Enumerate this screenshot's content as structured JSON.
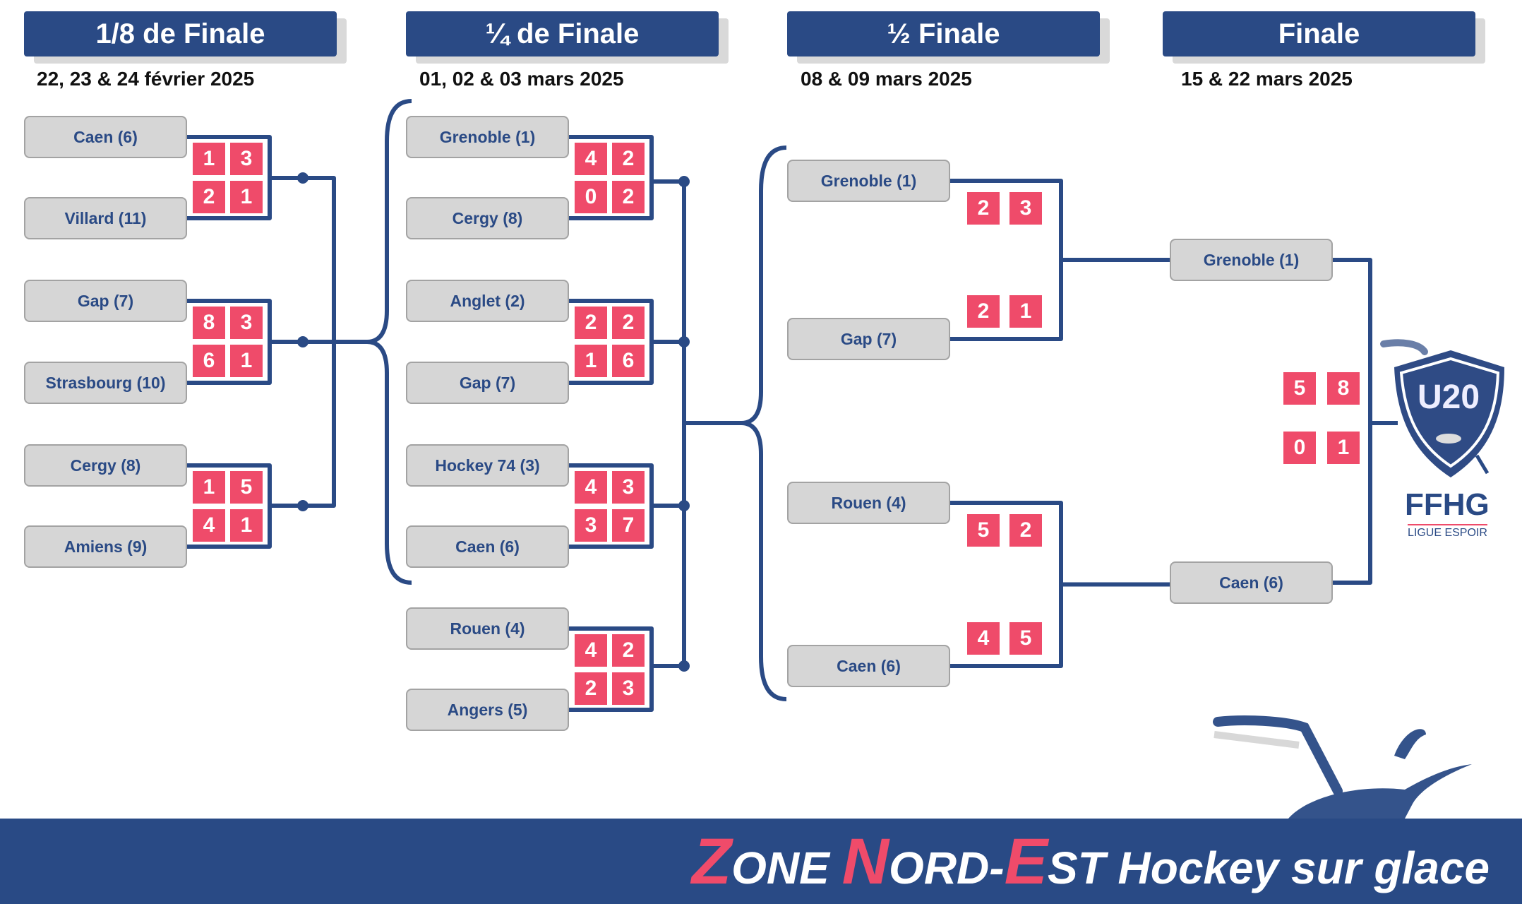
{
  "rounds": [
    {
      "title": "1/8 de Finale",
      "dates": "22, 23 & 24 février 2025",
      "matches": [
        {
          "team1": "Caen (6)",
          "team2": "Villard (11)",
          "scores1": [
            "1",
            "3"
          ],
          "scores2": [
            "2",
            "1"
          ]
        },
        {
          "team1": "Gap (7)",
          "team2": "Strasbourg (10)",
          "scores1": [
            "8",
            "3"
          ],
          "scores2": [
            "6",
            "1"
          ]
        },
        {
          "team1": "Cergy (8)",
          "team2": "Amiens (9)",
          "scores1": [
            "1",
            "5"
          ],
          "scores2": [
            "4",
            "1"
          ]
        }
      ]
    },
    {
      "title": "¼ de Finale",
      "dates": "01, 02 & 03 mars 2025",
      "matches": [
        {
          "team1": "Grenoble (1)",
          "team2": "Cergy (8)",
          "scores1": [
            "4",
            "2"
          ],
          "scores2": [
            "0",
            "2"
          ]
        },
        {
          "team1": "Anglet (2)",
          "team2": "Gap (7)",
          "scores1": [
            "2",
            "2"
          ],
          "scores2": [
            "1",
            "6"
          ]
        },
        {
          "team1": "Hockey 74 (3)",
          "team2": "Caen (6)",
          "scores1": [
            "4",
            "3"
          ],
          "scores2": [
            "3",
            "7"
          ]
        },
        {
          "team1": "Rouen (4)",
          "team2": "Angers (5)",
          "scores1": [
            "4",
            "2"
          ],
          "scores2": [
            "2",
            "3"
          ]
        }
      ]
    },
    {
      "title": "½ Finale",
      "dates": "08 & 09 mars 2025",
      "matches": [
        {
          "team1": "Grenoble (1)",
          "team2": "Gap (7)",
          "scores1": [
            "2",
            "3"
          ],
          "scores2": [
            "2",
            "1"
          ]
        },
        {
          "team1": "Rouen (4)",
          "team2": "Caen (6)",
          "scores1": [
            "5",
            "2"
          ],
          "scores2": [
            "4",
            "5"
          ]
        }
      ]
    },
    {
      "title": "Finale",
      "dates": "15 & 22 mars 2025",
      "matches": [
        {
          "team1": "Grenoble (1)",
          "team2": "Caen (6)",
          "scores1": [
            "5",
            "8"
          ],
          "scores2": [
            "0",
            "1"
          ]
        }
      ]
    }
  ],
  "logo": {
    "badge": "U20",
    "org": "FFHG",
    "league": "LIGUE ESPOIR"
  },
  "banner": {
    "z": "Z",
    "one": "ONE ",
    "n": "N",
    "ord": "ORD-",
    "e": "E",
    "st": "ST",
    "rest": " Hockey sur glace"
  },
  "colors": {
    "primary": "#2a4a85",
    "score": "#ef4b6a",
    "team_box": "#d6d6d6"
  }
}
